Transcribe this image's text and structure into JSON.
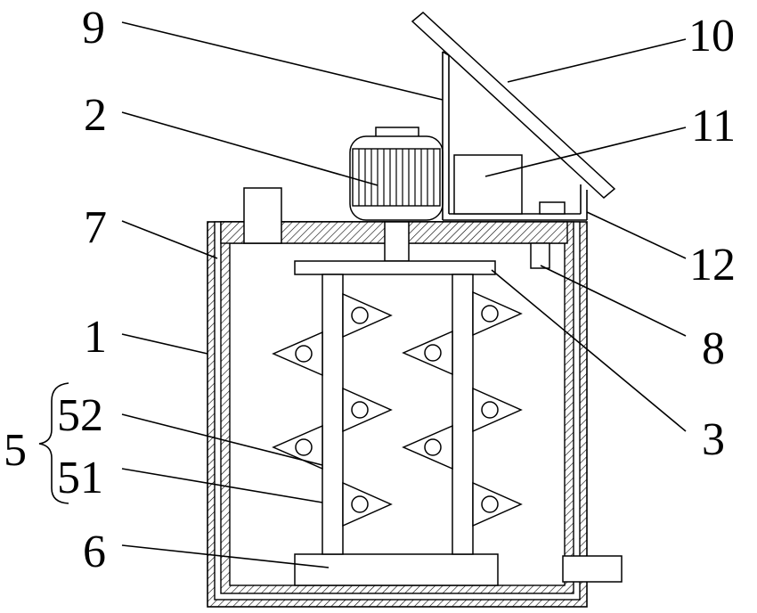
{
  "labels": {
    "l9": "9",
    "l10": "10",
    "l2": "2",
    "l11": "11",
    "l7": "7",
    "l12": "12",
    "l1": "1",
    "l8": "8",
    "l5": "5",
    "l52": "52",
    "l51": "51",
    "l3": "3",
    "l6": "6"
  }
}
